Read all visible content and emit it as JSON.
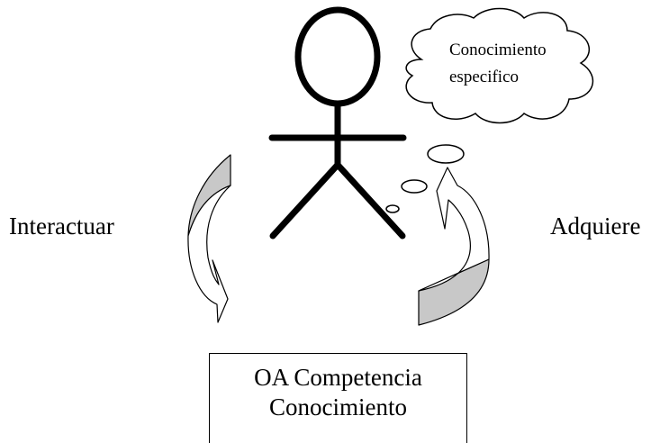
{
  "labels": {
    "left": "Interactuar",
    "right": "Adquiere"
  },
  "cloud": {
    "line1": "Conocimiento",
    "line2": "especifico"
  },
  "box": {
    "line1": "OA  Competencia",
    "line2": "Conocimiento"
  },
  "colors": {
    "stroke": "#000000",
    "arrow_fill": "#c8c8c8",
    "background": "#ffffff"
  }
}
